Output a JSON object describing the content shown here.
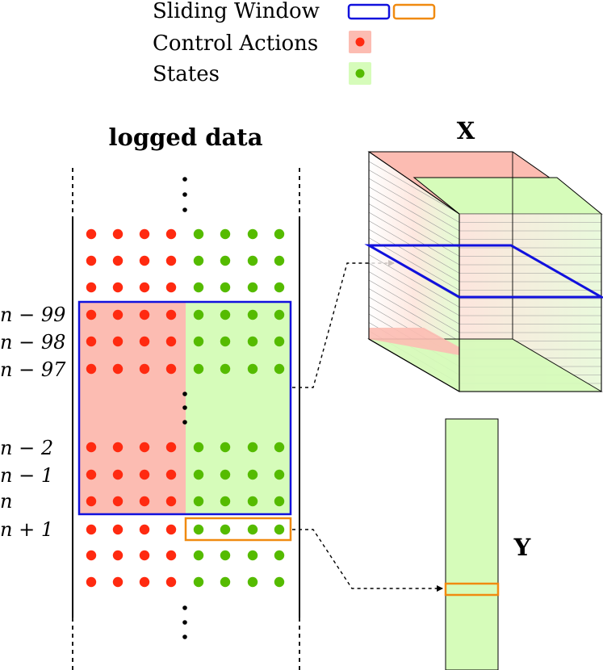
{
  "legend": {
    "sliding_window": "Sliding Window",
    "control_actions": "Control Actions",
    "states": "States"
  },
  "logged_data": {
    "title": "logged data",
    "row_labels": [
      "n − 99",
      "n − 98",
      "n − 97",
      "n − 2",
      "n − 1",
      "n",
      "n + 1"
    ]
  },
  "tensor_x_label": "X",
  "vector_y_label": "Y",
  "colors": {
    "control_dot": "#ff2a10",
    "state_dot": "#55bb00",
    "control_fill": "#fcbcb2",
    "state_fill": "#d6fcba",
    "window_blue": "#1111dd",
    "window_orange": "#f08a10"
  }
}
